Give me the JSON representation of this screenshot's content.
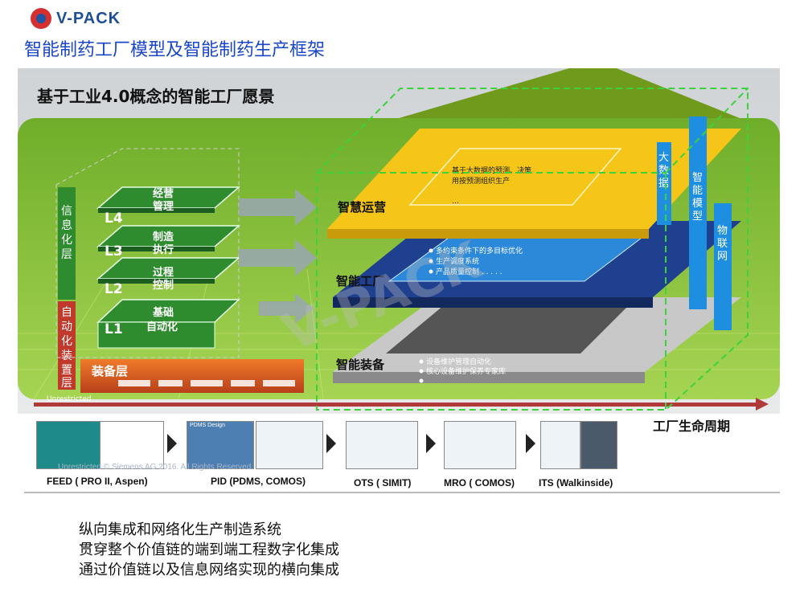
{
  "brand": {
    "logo_text": "V-PACK"
  },
  "page_title": "智能制药工厂模型及智能制药生产框架",
  "diagram": {
    "heading": "基于工业4.0概念的智能工厂愿景",
    "left_side": {
      "info_layer": "信息化层",
      "automation_layer": "自动化装置层",
      "equipment_layer": "装备层",
      "unrestricted": "Unrestricted"
    },
    "levels": [
      {
        "code": "L4",
        "label_line1": "经营",
        "label_line2": "管理"
      },
      {
        "code": "L3",
        "label_line1": "制造",
        "label_line2": "执行"
      },
      {
        "code": "L2",
        "label_line1": "过程",
        "label_line2": "控制"
      },
      {
        "code": "L1",
        "label_line1": "基础",
        "label_line2": "自动化"
      }
    ],
    "smart_ops": {
      "label": "智慧运营",
      "bullets": [
        "基于大数据的预测、决策",
        "用按预测组织生产",
        "…"
      ]
    },
    "smart_factory": {
      "label": "智能工厂",
      "bullets": [
        "多约束条件下的多目标优化",
        "生产调度系统",
        "产品质量控制 . . . . ."
      ]
    },
    "smart_equipment": {
      "label": "智能装备",
      "bullets": [
        "设备维护管理自动化",
        "核心设备维护保养专家库",
        ""
      ]
    },
    "pillars": [
      {
        "label": "大数据"
      },
      {
        "label": "智能模型"
      },
      {
        "label": "物联网"
      }
    ],
    "lifecycle_label": "工厂生命周期"
  },
  "tools": [
    {
      "label": "FEED ( PRO II, Aspen)"
    },
    {
      "label": "PID  (PDMS, COMOS)",
      "caption": "PDMS Design"
    },
    {
      "label": "OTS ( SIMIT)"
    },
    {
      "label": "MRO ( COMOS)"
    },
    {
      "label": "ITS (Walkinside)"
    }
  ],
  "copyright": "Unrestricted © Siemens AG 2016. All Rights Reserved.",
  "summary": [
    "纵向集成和网络化生产制造系统",
    "贯穿整个价值链的端到端工程数字化集成",
    "通过价值链以及信息网络实现的横向集成"
  ],
  "colors": {
    "title_blue": "#1a46c8",
    "green_bg": "#8cc63e",
    "level_green": "#2e8b2e",
    "ops_yellow": "#f5c518",
    "factory_blue": "#1f3f8f",
    "pillar_blue": "#1e8fe0"
  }
}
